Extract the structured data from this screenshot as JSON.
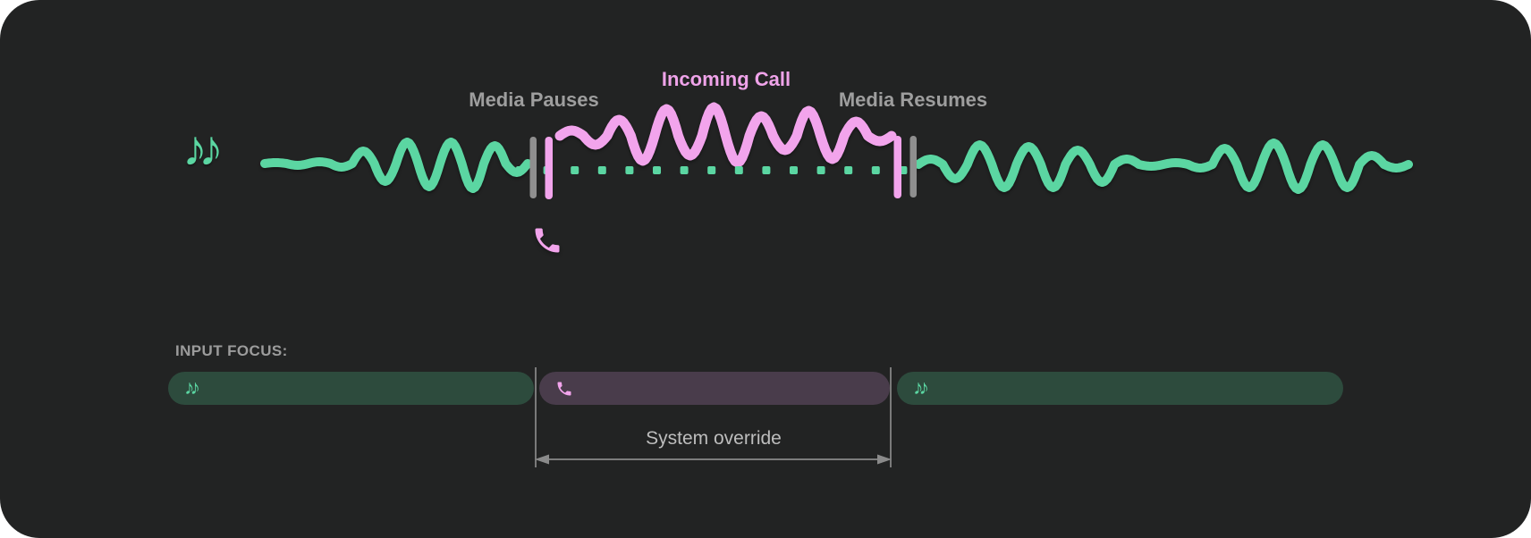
{
  "colors": {
    "page-bg": "#ffffff",
    "panel-bg": "#222323",
    "media-green": "#5bd6a2",
    "call-pink": "#f2a4ec",
    "incoming-call-text": "#efa3e9",
    "label-gray": "#9e9e9e",
    "marker-gray": "#8f8f8f",
    "bar-media-bg": "#2d4b3d",
    "bar-call-bg": "#493c4b",
    "guide-gray": "#8a8a8a",
    "override-text": "#bdbdbd",
    "input-focus-text": "#9c9c9c"
  },
  "timeline": {
    "media_pauses_label": "Media Pauses",
    "incoming_call_label": "Incoming Call",
    "media_resumes_label": "Media Resumes",
    "music_notes_glyph": "♪♪"
  },
  "input_focus": {
    "label": "INPUT FOCUS:",
    "segments": [
      {
        "type": "media",
        "glyph": "♪♪"
      },
      {
        "type": "call",
        "glyph": ""
      },
      {
        "type": "media",
        "glyph": "♪♪"
      }
    ],
    "system_override_label": "System override"
  }
}
